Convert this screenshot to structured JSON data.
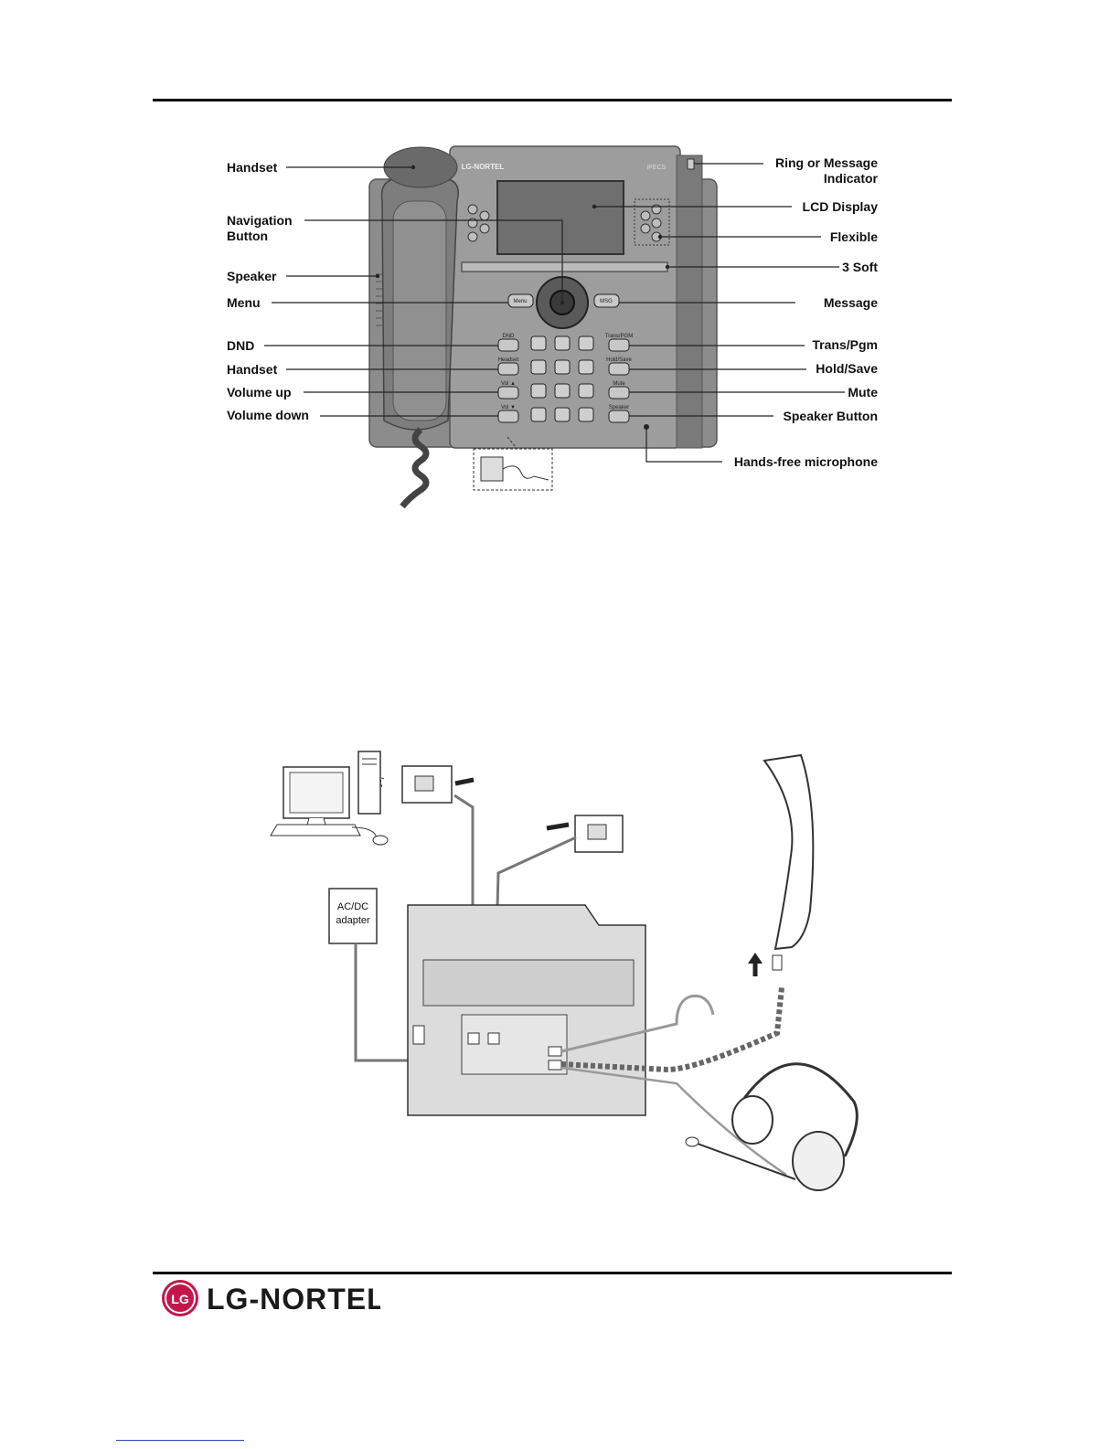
{
  "figure1": {
    "labels_left": [
      "Handset",
      "Navigation Button",
      "Speaker",
      "Menu",
      "DND",
      "Handset",
      "Volume up",
      "Volume down"
    ],
    "labels_right": [
      "Ring or Message Indicator",
      "LCD Display",
      "Flexible",
      "3 Soft",
      "Message",
      "Trans/Pgm",
      "Hold/Save",
      "Mute",
      "Speaker Button",
      "Hands-free microphone"
    ],
    "phone_brand": "LG-NORTEL",
    "phone_model": "iPECS",
    "keys": {
      "menu": "Menu",
      "msg": "MSG",
      "dnd": "DND",
      "headset": "Headset",
      "vol_up": "Vol ▲",
      "vol_down": "Vol ▼",
      "trans": "Trans/PGM",
      "hold": "Hold/Save",
      "mute": "Mute",
      "speaker": "Speaker"
    }
  },
  "figure2": {
    "adapter_line1": "AC/DC",
    "adapter_line2": "adapter"
  },
  "footer": {
    "logo_text": "LG-NORTEL",
    "logo_glyph": "LG"
  }
}
